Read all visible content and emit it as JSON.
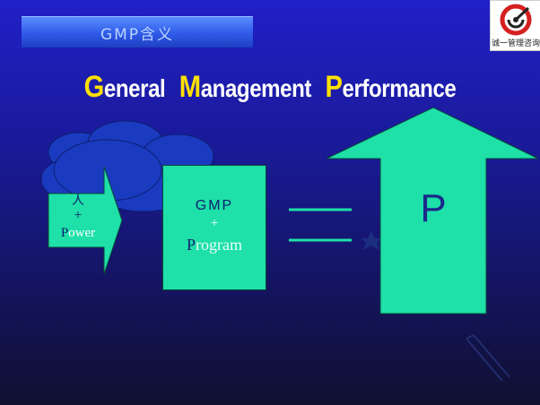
{
  "slide_title": "GMP含义",
  "logo": {
    "text": "诚一管理咨询",
    "icon": "company-logo-icon"
  },
  "headline": {
    "words": [
      {
        "initial": "G",
        "rest": "eneral"
      },
      {
        "initial": "M",
        "rest": "anagement"
      },
      {
        "initial": "P",
        "rest": "erformance"
      }
    ]
  },
  "left_arrow": {
    "line1": "人",
    "line2": "+",
    "line3_initial": "P",
    "line3_rest": "ower"
  },
  "middle_box": {
    "line1": "GMP",
    "line2": "+",
    "line3_initial": "P",
    "line3_rest": "rogram"
  },
  "big_arrow": {
    "label": "P"
  },
  "colors": {
    "accent_green": "#1ee0a8",
    "initial_yellow": "#ffe000",
    "cloud_blue": "#1a3ac0",
    "label_navy": "#102070"
  }
}
